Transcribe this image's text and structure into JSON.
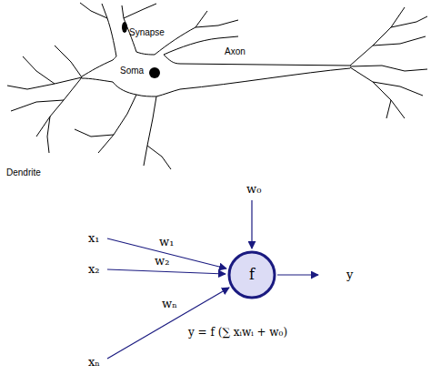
{
  "diagram": {
    "nodes": [
      {
        "text": [
          "f"
        ]
      }
    ],
    "labels": [
      "Synapse",
      "Soma",
      "Axon",
      "Dendrite",
      "x₁",
      "x₂",
      "xₙ",
      "w₁",
      "w₂",
      "wₙ",
      "w₀",
      "y",
      "y = f (∑ xᵢwᵢ + w₀)"
    ]
  }
}
